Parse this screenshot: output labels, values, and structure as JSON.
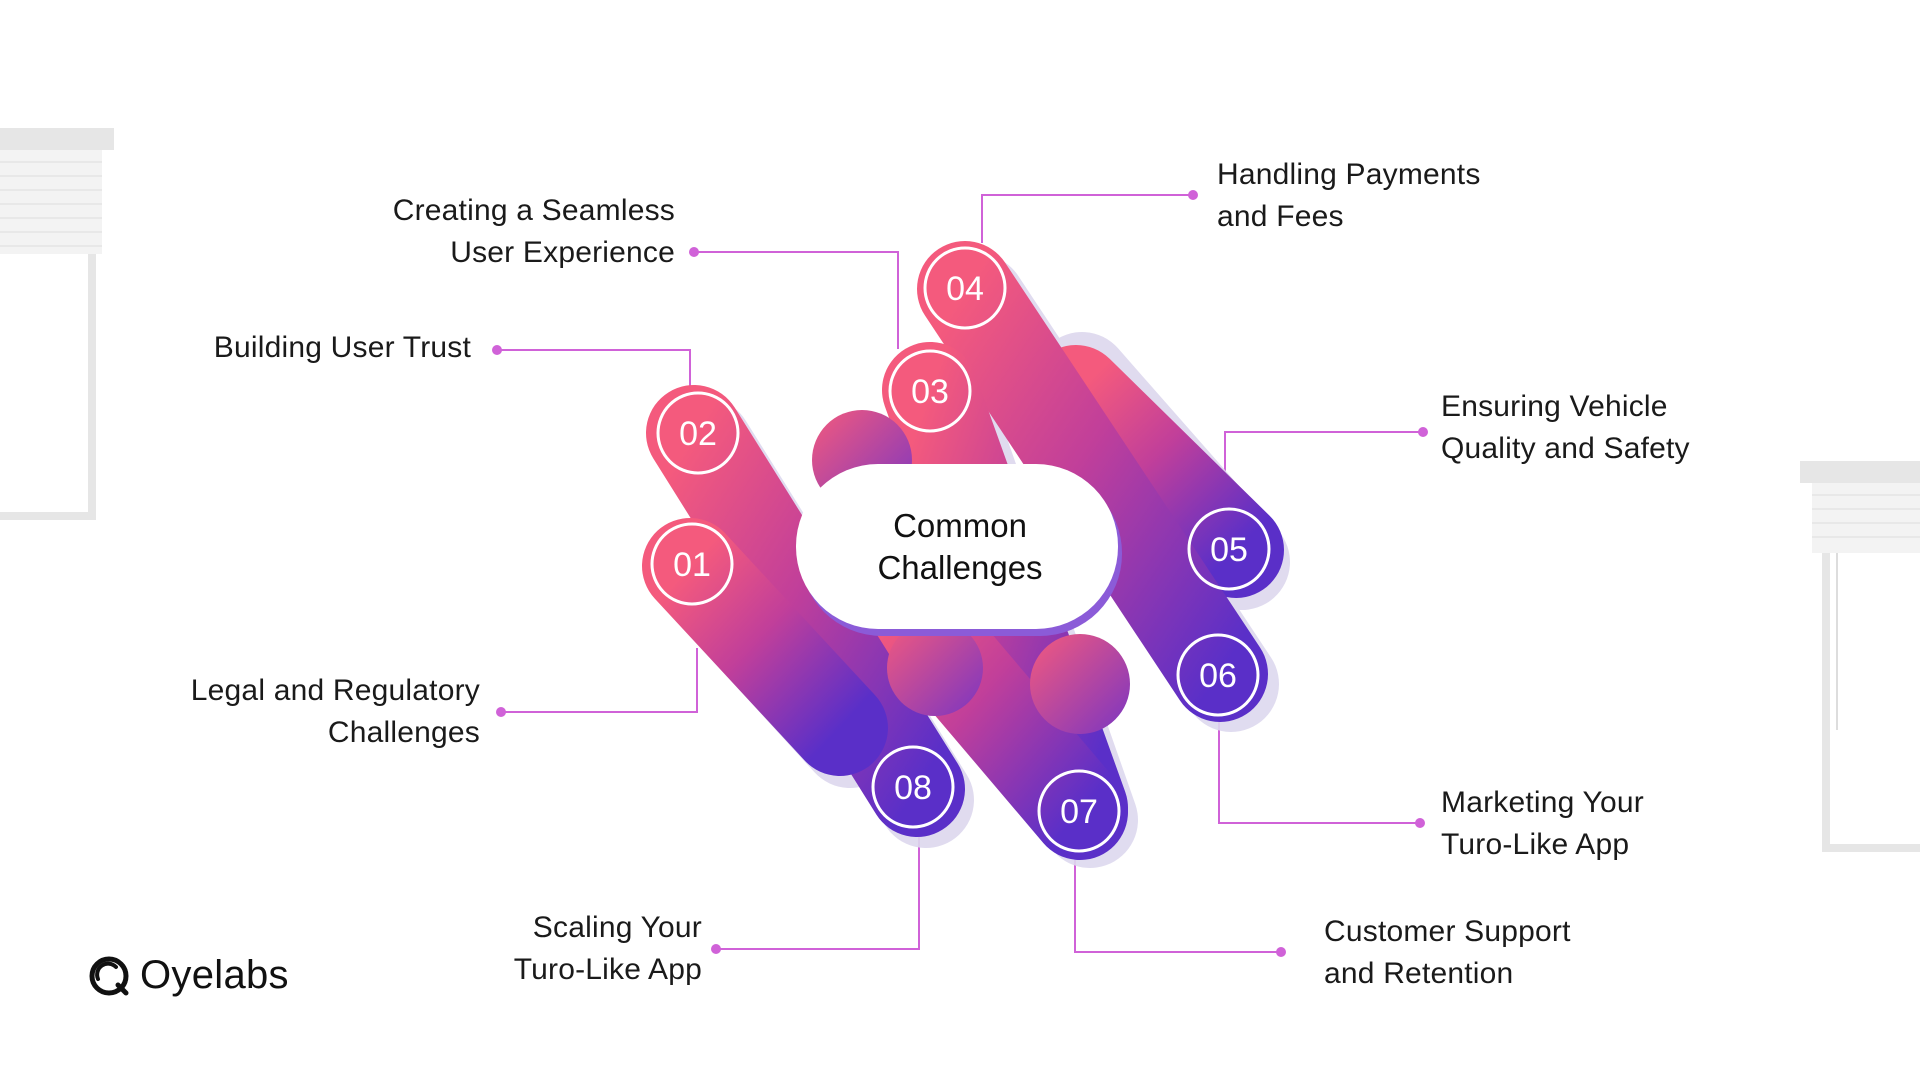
{
  "diagram": {
    "center": {
      "line1": "Common",
      "line2": "Challenges"
    },
    "items": [
      {
        "number": "01",
        "line1": "Legal and Regulatory",
        "line2": "Challenges"
      },
      {
        "number": "02",
        "line1": "Building User Trust",
        "line2": ""
      },
      {
        "number": "03",
        "line1": "Creating a Seamless",
        "line2": "User Experience"
      },
      {
        "number": "04",
        "line1": "Handling Payments",
        "line2": "and Fees"
      },
      {
        "number": "05",
        "line1": "Ensuring Vehicle",
        "line2": "Quality and Safety"
      },
      {
        "number": "06",
        "line1": "Marketing Your",
        "line2": "Turo-Like App"
      },
      {
        "number": "07",
        "line1": "Customer Support",
        "line2": "and Retention"
      },
      {
        "number": "08",
        "line1": "Scaling Your",
        "line2": "Turo-Like App"
      }
    ]
  },
  "brand": {
    "name": "Oyelabs",
    "icon": "oyelabs-logo-icon"
  },
  "colors": {
    "gradient_start": "#f45a7d",
    "gradient_mid": "#c13f9a",
    "gradient_end": "#5a2fc8",
    "connector": "#d062d8",
    "shadow": "#ddd8ee",
    "window_gray": "#ececec"
  }
}
